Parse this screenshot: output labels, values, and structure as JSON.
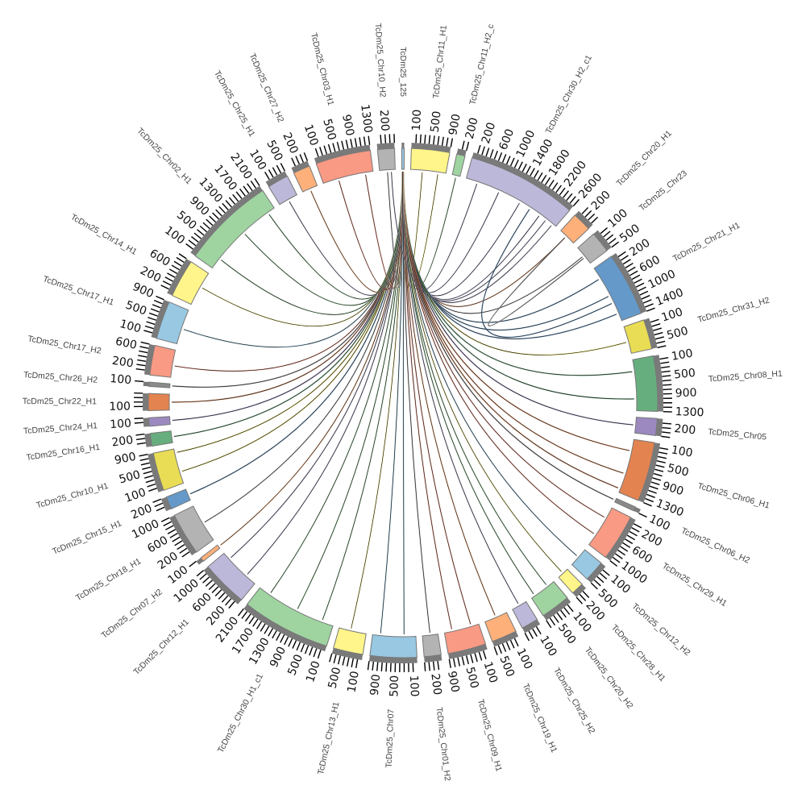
{
  "diagram": {
    "type": "circos",
    "tick_interval": 100,
    "link_color": "#1a1a1a",
    "band_color": "#7a7a7a",
    "chromosomes": [
      {
        "name": "TcDm25_125",
        "size": 60,
        "color": "#98c8e2"
      },
      {
        "name": "TcDm25_Chr11_H1",
        "size": 900,
        "color": "#fff58a"
      },
      {
        "name": "TcDm25_Chr11_H2_c",
        "size": 200,
        "color": "#9fd4a0"
      },
      {
        "name": "TcDm25_Chr30_H2_c1",
        "size": 2600,
        "color": "#bcb8d9"
      },
      {
        "name": "TcDm25_Chr20_H1",
        "size": 450,
        "color": "#fdb07a"
      },
      {
        "name": "TcDm25_Chr23",
        "size": 500,
        "color": "#b3b3b3"
      },
      {
        "name": "TcDm25_Chr21_H1",
        "size": 1500,
        "color": "#6499c9"
      },
      {
        "name": "TcDm25_Chr31_H2",
        "size": 700,
        "color": "#e9dd55"
      },
      {
        "name": "TcDm25_Chr08_H1",
        "size": 1300,
        "color": "#67ae7e"
      },
      {
        "name": "TcDm25_Chr05",
        "size": 400,
        "color": "#9b89c0"
      },
      {
        "name": "TcDm25_Chr06_H1",
        "size": 1400,
        "color": "#e3834f"
      },
      {
        "name": "TcDm25_Chr06_H2",
        "size": 100,
        "color": "#8a8a8a"
      },
      {
        "name": "TcDm25_Chr29_H1",
        "size": 1100,
        "color": "#f99a84"
      },
      {
        "name": "TcDm25_Chr12_H2",
        "size": 500,
        "color": "#98c8e2"
      },
      {
        "name": "TcDm25_Chr28_H1",
        "size": 300,
        "color": "#fff58a"
      },
      {
        "name": "TcDm25_Chr20_H2",
        "size": 700,
        "color": "#9fd4a0"
      },
      {
        "name": "TcDm25_Chr25_H2",
        "size": 400,
        "color": "#bcb8d9"
      },
      {
        "name": "TcDm25_Chr19_H1",
        "size": 600,
        "color": "#fdb07a"
      },
      {
        "name": "TcDm25_Chr09_H1",
        "size": 900,
        "color": "#f99a84"
      },
      {
        "name": "TcDm25_Chr01_H2",
        "size": 400,
        "color": "#b3b3b3"
      },
      {
        "name": "TcDm25_Chr07",
        "size": 1100,
        "color": "#98c8e2"
      },
      {
        "name": "TcDm25_Chr13_H1",
        "size": 700,
        "color": "#fff58a"
      },
      {
        "name": "TcDm25_Chr30_H1_c1",
        "size": 2100,
        "color": "#9fd4a0"
      },
      {
        "name": "TcDm25_Chr12_H1",
        "size": 1100,
        "color": "#bcb8d9"
      },
      {
        "name": "TcDm25_Chr07_H2",
        "size": 100,
        "color": "#fdb07a"
      },
      {
        "name": "TcDm25_Chr18_H1",
        "size": 1000,
        "color": "#b3b3b3"
      },
      {
        "name": "TcDm25_Chr15_H1",
        "size": 300,
        "color": "#6499c9"
      },
      {
        "name": "TcDm25_Chr10_H1",
        "size": 900,
        "color": "#e9dd55"
      },
      {
        "name": "TcDm25_Chr16_H1",
        "size": 300,
        "color": "#67ae7e"
      },
      {
        "name": "TcDm25_Chr24_H1",
        "size": 200,
        "color": "#9b89c0"
      },
      {
        "name": "TcDm25_Chr22_H1",
        "size": 400,
        "color": "#e3834f"
      },
      {
        "name": "TcDm25_Chr26_H2",
        "size": 100,
        "color": "#8a8a8a"
      },
      {
        "name": "TcDm25_Chr17_H2",
        "size": 700,
        "color": "#f99a84"
      },
      {
        "name": "TcDm25_Chr17_H1",
        "size": 900,
        "color": "#98c8e2"
      },
      {
        "name": "TcDm25_Chr14_H1",
        "size": 900,
        "color": "#fff58a"
      },
      {
        "name": "TcDm25_Chr02_H1",
        "size": 2200,
        "color": "#9fd4a0"
      },
      {
        "name": "TcDm25_Chr25_H1",
        "size": 500,
        "color": "#bcb8d9"
      },
      {
        "name": "TcDm25_Chr27_H2",
        "size": 400,
        "color": "#fdb07a"
      },
      {
        "name": "TcDm25_Chr03_H1",
        "size": 1300,
        "color": "#f99a84"
      },
      {
        "name": "TcDm25_Chr10_H2",
        "size": 400,
        "color": "#b3b3b3"
      }
    ],
    "links": [
      [
        1,
        300,
        0,
        20
      ],
      [
        1,
        700,
        0,
        25
      ],
      [
        2,
        100,
        0,
        30
      ],
      [
        3,
        300,
        0,
        15
      ],
      [
        3,
        900,
        0,
        22
      ],
      [
        3,
        1500,
        0,
        35
      ],
      [
        3,
        2100,
        0,
        40
      ],
      [
        3,
        2500,
        0,
        28
      ],
      [
        4,
        200,
        0,
        18
      ],
      [
        5,
        250,
        0,
        33
      ],
      [
        6,
        300,
        0,
        12
      ],
      [
        6,
        800,
        0,
        26
      ],
      [
        6,
        1300,
        0,
        38
      ],
      [
        7,
        400,
        0,
        20
      ],
      [
        8,
        300,
        0,
        45
      ],
      [
        8,
        1000,
        0,
        30
      ],
      [
        9,
        200,
        0,
        24
      ],
      [
        10,
        300,
        0,
        16
      ],
      [
        10,
        900,
        0,
        36
      ],
      [
        10,
        1300,
        0,
        42
      ],
      [
        11,
        50,
        0,
        22
      ],
      [
        12,
        300,
        0,
        27
      ],
      [
        12,
        800,
        0,
        31
      ],
      [
        13,
        250,
        0,
        19
      ],
      [
        14,
        150,
        0,
        34
      ],
      [
        15,
        200,
        0,
        23
      ],
      [
        15,
        600,
        0,
        41
      ],
      [
        16,
        200,
        0,
        29
      ],
      [
        17,
        300,
        0,
        17
      ],
      [
        18,
        200,
        0,
        32
      ],
      [
        18,
        700,
        0,
        44
      ],
      [
        19,
        200,
        0,
        21
      ],
      [
        20,
        300,
        0,
        39
      ],
      [
        20,
        900,
        0,
        26
      ],
      [
        21,
        400,
        0,
        14
      ],
      [
        22,
        300,
        0,
        37
      ],
      [
        22,
        1000,
        0,
        25
      ],
      [
        22,
        1800,
        0,
        43
      ],
      [
        23,
        300,
        0,
        18
      ],
      [
        23,
        900,
        0,
        35
      ],
      [
        24,
        50,
        0,
        28
      ],
      [
        25,
        500,
        0,
        22
      ],
      [
        26,
        150,
        0,
        30
      ],
      [
        27,
        300,
        0,
        19
      ],
      [
        27,
        800,
        0,
        40
      ],
      [
        28,
        150,
        0,
        24
      ],
      [
        29,
        100,
        0,
        33
      ],
      [
        30,
        200,
        0,
        16
      ],
      [
        31,
        50,
        0,
        27
      ],
      [
        32,
        300,
        0,
        38
      ],
      [
        33,
        400,
        0,
        21
      ],
      [
        34,
        500,
        0,
        29
      ],
      [
        35,
        300,
        0,
        15
      ],
      [
        35,
        1200,
        0,
        34
      ],
      [
        35,
        2000,
        0,
        42
      ],
      [
        36,
        250,
        0,
        26
      ],
      [
        37,
        200,
        0,
        36
      ],
      [
        38,
        400,
        0,
        23
      ],
      [
        38,
        1100,
        0,
        31
      ],
      [
        39,
        200,
        0,
        20
      ],
      [
        3,
        2300,
        39,
        300
      ],
      [
        6,
        1000,
        3,
        1800
      ],
      [
        5,
        300,
        4,
        200
      ]
    ]
  }
}
